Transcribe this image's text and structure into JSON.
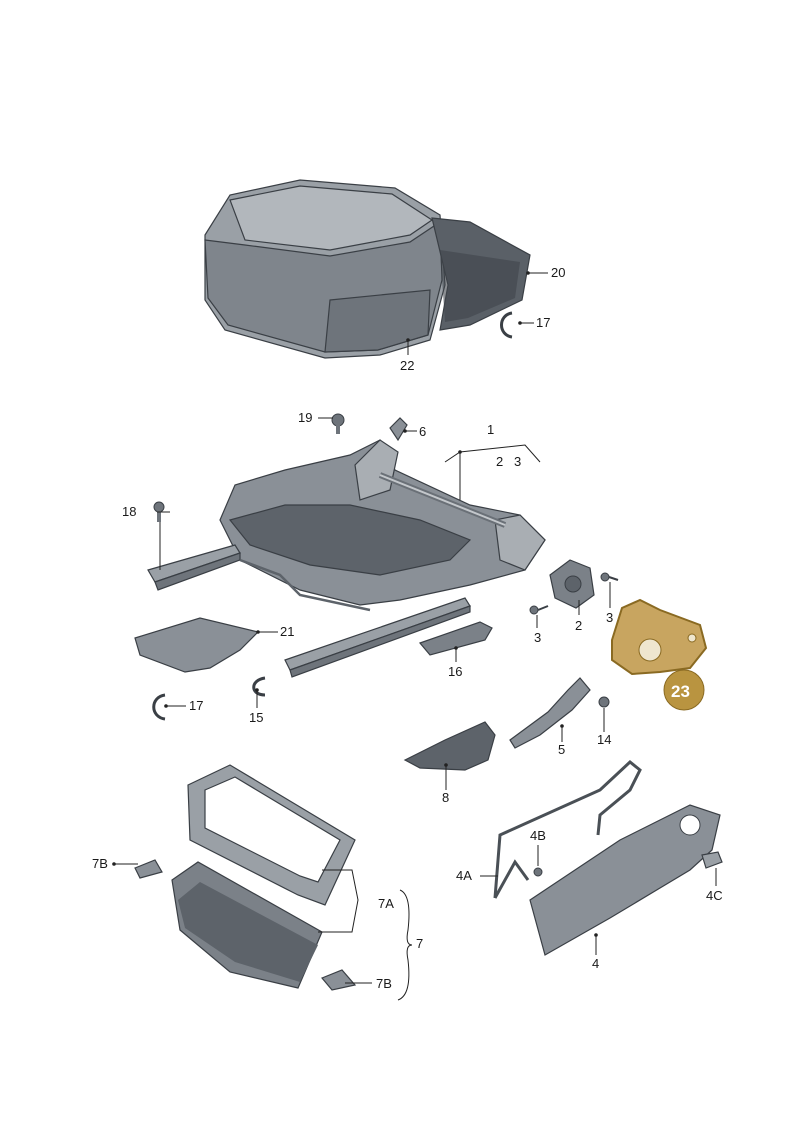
{
  "labels": {
    "l20": "20",
    "l17a": "17",
    "l22": "22",
    "l19": "19",
    "l6": "6",
    "l1": "1",
    "l2a": "2",
    "l3a": "3",
    "l18": "18",
    "l3b": "3",
    "l2b": "2",
    "l3c": "3",
    "l21": "21",
    "l16": "16",
    "l23": "23",
    "l17b": "17",
    "l15": "15",
    "l5": "5",
    "l14": "14",
    "l8": "8",
    "l7b_left": "7B",
    "l7a": "7A",
    "l7": "7",
    "l7b_right": "7B",
    "l4b": "4B",
    "l4a": "4A",
    "l4c": "4C",
    "l4": "4"
  },
  "colors": {
    "part_fill": "#8a9097",
    "part_dark": "#5d636a",
    "part_light": "#b4b9be",
    "highlight_fill": "#c8a560",
    "badge_fill": "#b99440"
  }
}
